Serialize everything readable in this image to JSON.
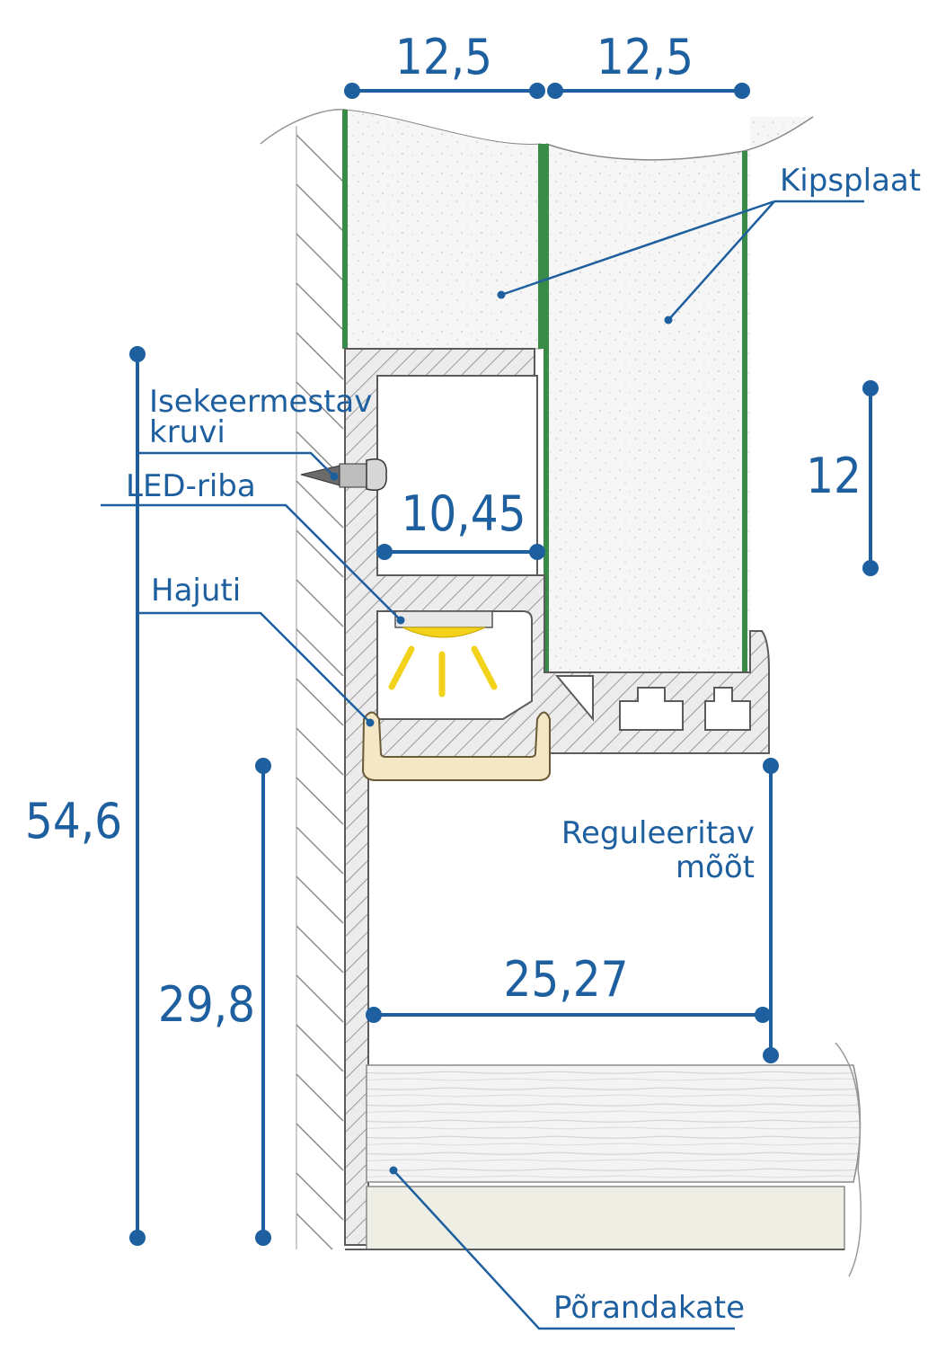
{
  "dimensions": {
    "board_width_left": "12,5",
    "board_width_right": "12,5",
    "profile_top_height": "12",
    "led_channel_width": "10,45",
    "total_height": "54,6",
    "lower_height": "29,8",
    "lower_width": "25,27"
  },
  "labels": {
    "drywall": "Kipsplaat",
    "screw_line1": "Isekeermestav",
    "screw_line2": "kruvi",
    "led_strip": "LED-riba",
    "diffuser": "Hajuti",
    "adjustable_line1": "Reguleeritav",
    "adjustable_line2": "mõõt",
    "floor_covering": "Põrandakate"
  },
  "colors": {
    "accent": "#1d5f9f",
    "drywall_face": "#3a8a4a",
    "profile_fill": "#e6e6e6",
    "diffuser_fill": "#f3e7c6",
    "led_light": "#f2d21b"
  }
}
